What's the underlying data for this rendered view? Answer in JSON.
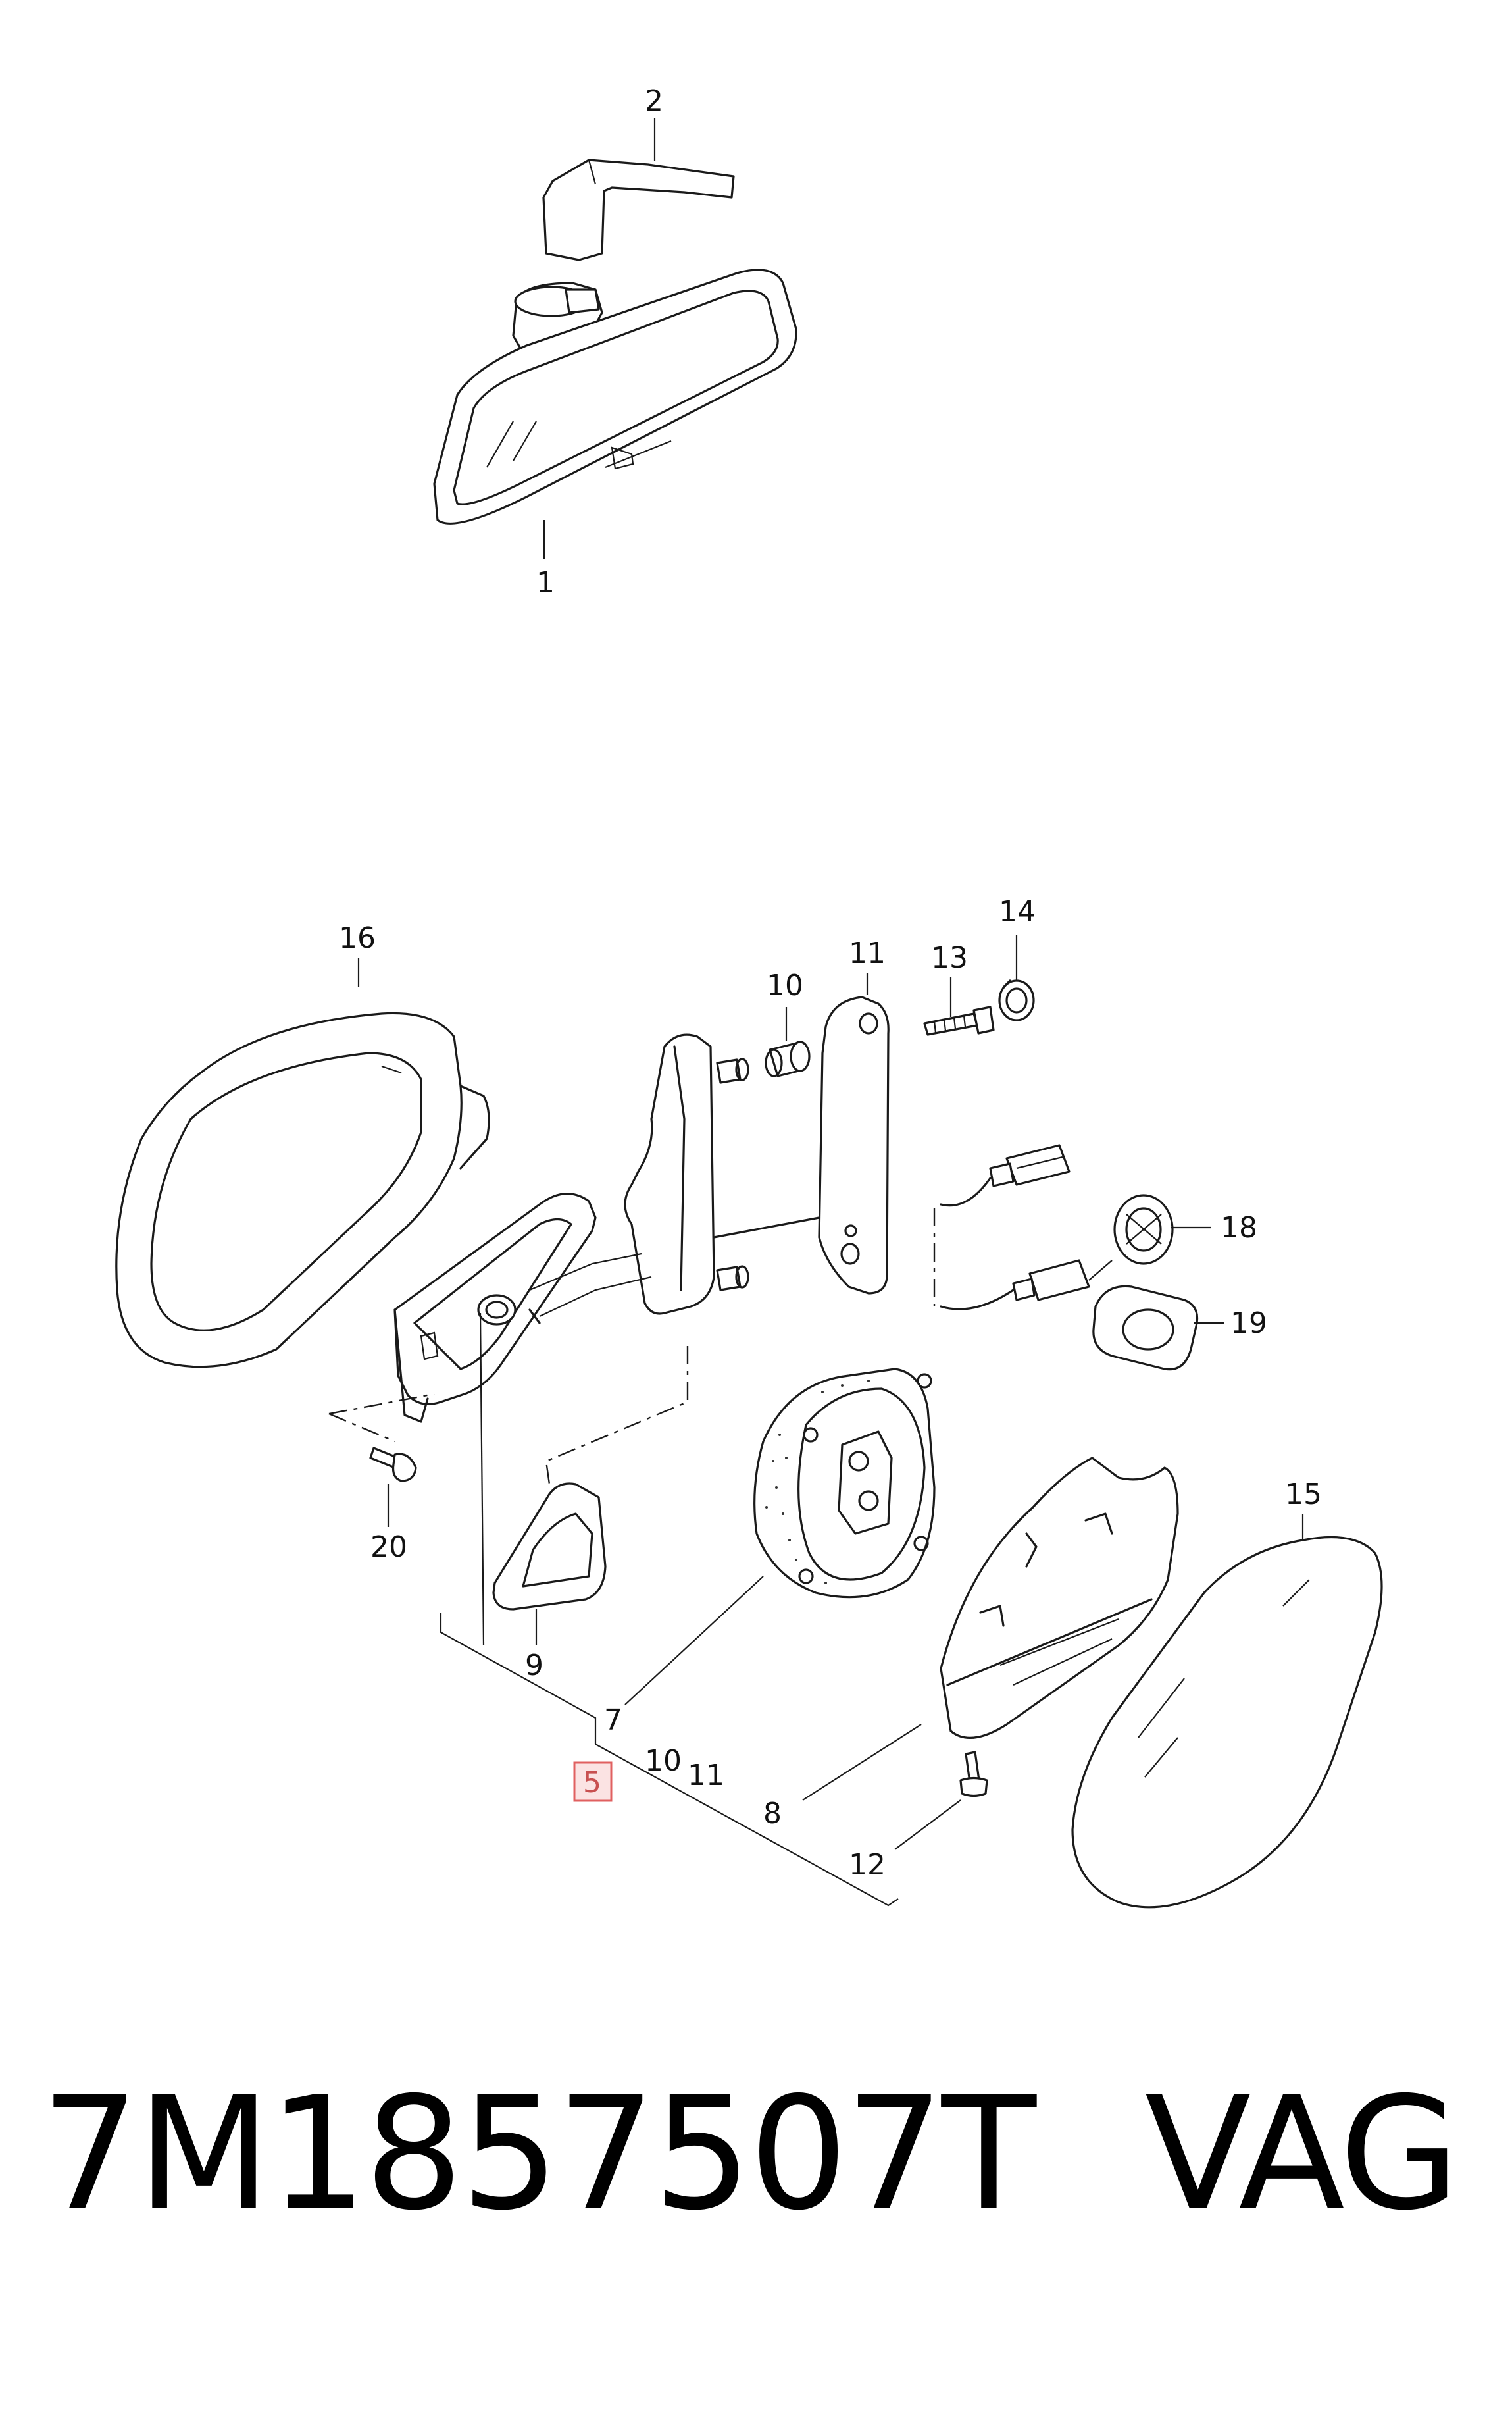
{
  "part_labels": [
    "1",
    "2",
    "5",
    "7",
    "8",
    "9",
    "10",
    "11",
    "12",
    "13",
    "14",
    "15",
    "16",
    "18",
    "19",
    "20"
  ],
  "callouts": {
    "c1": "1",
    "c2": "2",
    "c16": "16",
    "c10": "10",
    "c11": "11",
    "c13": "13",
    "c14": "14",
    "c18": "18",
    "c19": "19",
    "c20": "20",
    "c15": "15",
    "c9": "9",
    "c7": "7",
    "c5": "5",
    "c10b": "10",
    "c11b": "11",
    "c8": "8",
    "c12": "12"
  },
  "footer": {
    "part_number": "7M1857507T",
    "brand": "VAG"
  },
  "colors": {
    "line": "#1a1a1a",
    "highlight_box": "#e06060",
    "highlight_fill": "#fbe3e3"
  }
}
